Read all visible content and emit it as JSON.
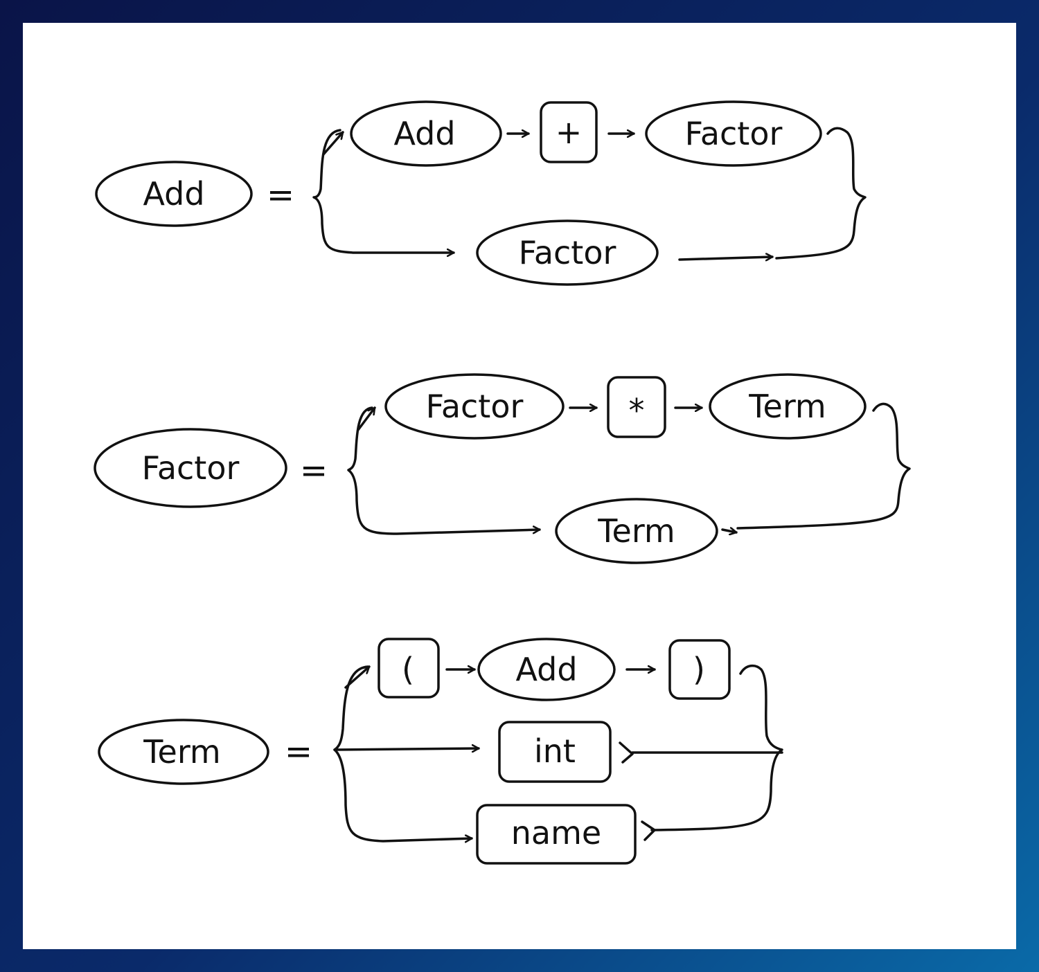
{
  "colors": {
    "ink": "#111111",
    "paper": "#ffffff",
    "frame": "#0a2a6a"
  },
  "rules": [
    {
      "name": "Add",
      "equals": "=",
      "alternatives": [
        [
          "Add",
          "+",
          "Factor"
        ],
        [
          "Factor"
        ]
      ]
    },
    {
      "name": "Factor",
      "equals": "=",
      "alternatives": [
        [
          "Factor",
          "*",
          "Term"
        ],
        [
          "Term"
        ]
      ]
    },
    {
      "name": "Term",
      "equals": "=",
      "alternatives": [
        [
          "(",
          "Add",
          ")"
        ],
        [
          "int"
        ],
        [
          "name"
        ]
      ]
    }
  ]
}
